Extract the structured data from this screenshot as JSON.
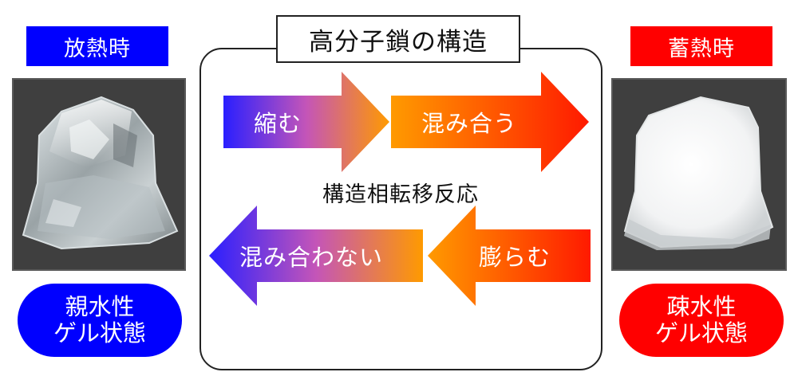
{
  "left": {
    "state_label": "放熱時",
    "gel_line1": "親水性",
    "gel_line2": "ゲル状態",
    "color": "#0000ff"
  },
  "right": {
    "state_label": "蓄熱時",
    "gel_line1": "疎水性",
    "gel_line2": "ゲル状態",
    "color": "#ff0000"
  },
  "center": {
    "title": "高分子鎖の構造",
    "reaction": "構造相転移反応",
    "top_arrows": [
      "縮む",
      "混み合う"
    ],
    "bottom_arrows": [
      "膨らむ",
      "混み合わない"
    ]
  },
  "colors": {
    "blue": "#2a1fff",
    "orange": "#ff9a00",
    "red": "#ff1a00",
    "panel": "#3f3f3f"
  }
}
